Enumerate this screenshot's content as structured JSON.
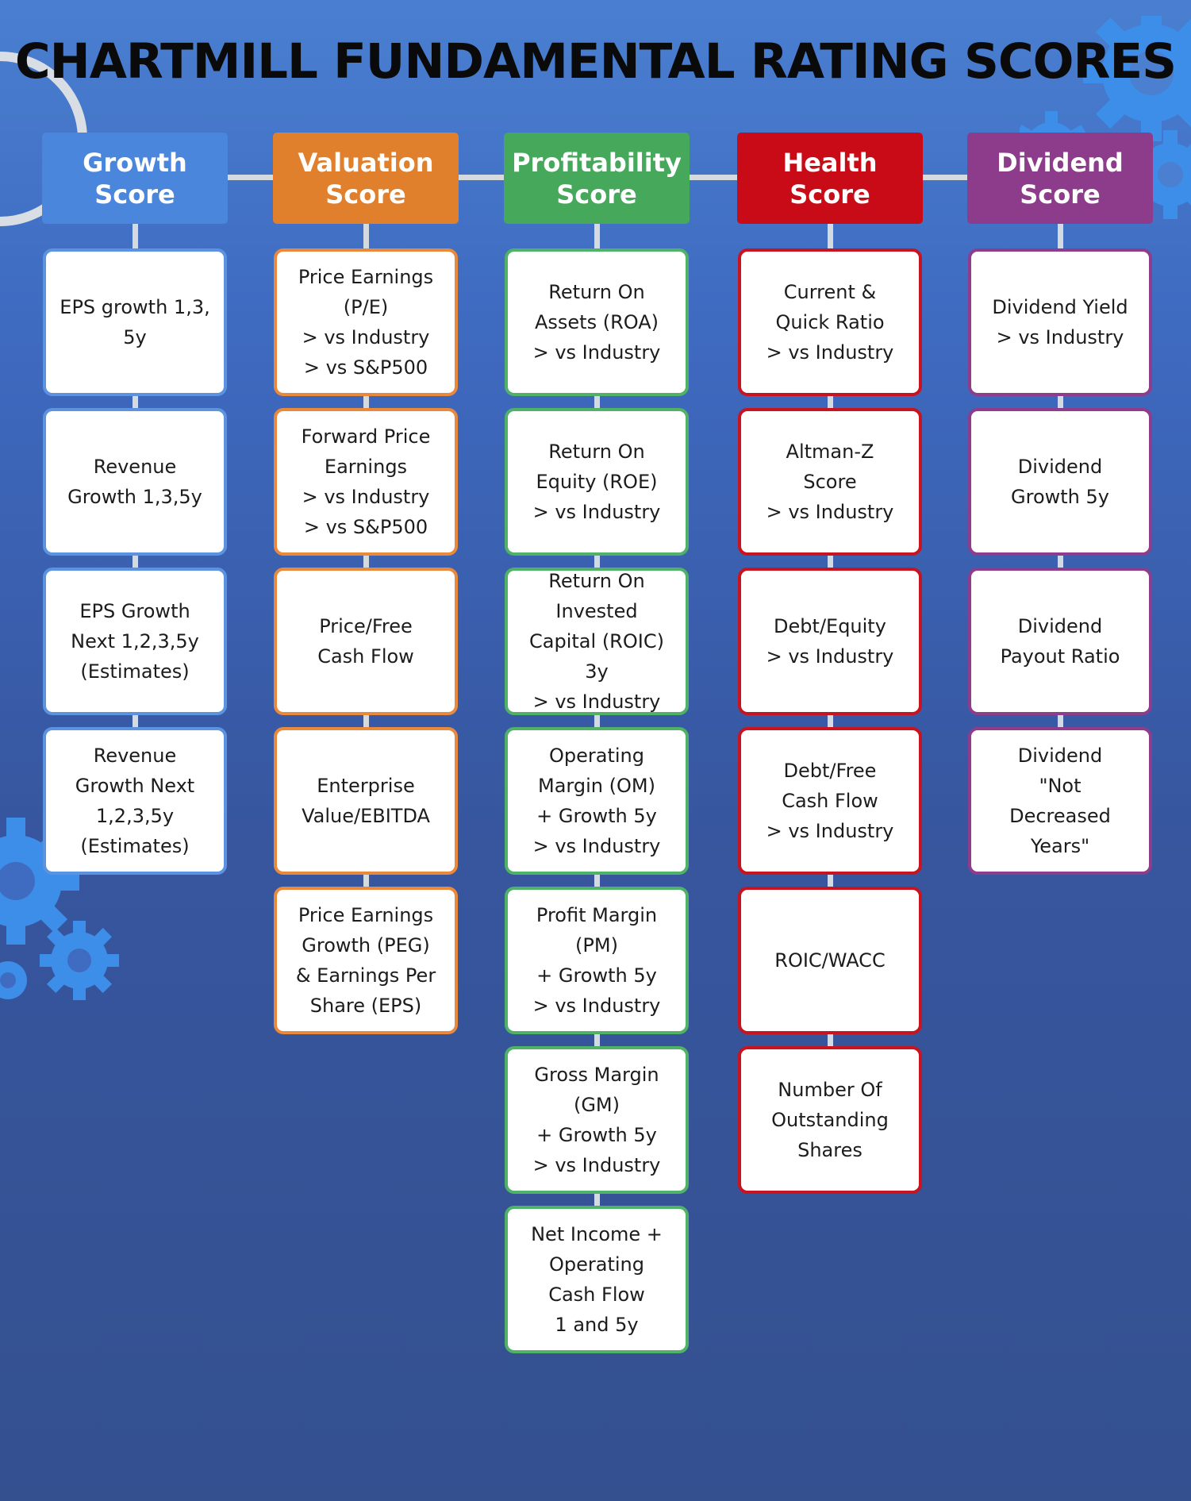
{
  "title": "CHARTMILL FUNDAMENTAL RATING SCORES",
  "colors": {
    "background_top": "#4a7fd0",
    "background_bottom": "#34508f",
    "connector": "#d5d9e0",
    "title": "#0a0a0a",
    "decor_gear": "#3d8ee8"
  },
  "columns": [
    {
      "id": "growth",
      "header": "Growth\nScore",
      "color": "#4a86dc",
      "border": "#5b93e0",
      "items": [
        "EPS growth 1,3,\n5y",
        "Revenue\nGrowth 1,3,5y",
        "EPS Growth\nNext 1,2,3,5y\n(Estimates)",
        "Revenue\nGrowth Next\n1,2,3,5y\n(Estimates)"
      ]
    },
    {
      "id": "valuation",
      "header": "Valuation\nScore",
      "color": "#e07f2c",
      "border": "#e9893c",
      "items": [
        "Price Earnings\n(P/E)\n> vs Industry\n> vs S&P500",
        "Forward Price\nEarnings\n> vs Industry\n> vs S&P500",
        "Price/Free\nCash Flow",
        "Enterprise\nValue/EBITDA",
        "Price Earnings\nGrowth (PEG)\n& Earnings Per\nShare (EPS)"
      ]
    },
    {
      "id": "profitability",
      "header": "Profitability\nScore",
      "color": "#45a85a",
      "border": "#4fb266",
      "items": [
        "Return On\nAssets (ROA)\n> vs Industry",
        "Return On\nEquity (ROE)\n> vs Industry",
        "Return On\nInvested\nCapital (ROIC)\n3y\n> vs Industry",
        "Operating\nMargin (OM)\n+ Growth 5y\n> vs Industry",
        "Profit Margin\n(PM)\n+ Growth 5y\n> vs Industry",
        "Gross Margin\n(GM)\n+ Growth 5y\n> vs Industry",
        "Net Income +\nOperating\nCash Flow\n1 and 5y"
      ]
    },
    {
      "id": "health",
      "header": "Health\nScore",
      "color": "#c80b16",
      "border": "#c81420",
      "items": [
        "Current &\nQuick Ratio\n> vs Industry",
        "Altman-Z\nScore\n> vs Industry",
        "Debt/Equity\n> vs Industry",
        "Debt/Free\nCash Flow\n> vs Industry",
        "ROIC/WACC",
        "Number Of\nOutstanding\nShares"
      ]
    },
    {
      "id": "dividend",
      "header": "Dividend\nScore",
      "color": "#8c3c8a",
      "border": "#8e3d8c",
      "items": [
        "Dividend Yield\n> vs Industry",
        "Dividend\nGrowth 5y",
        "Dividend\nPayout Ratio",
        "Dividend\n\"Not\nDecreased\nYears\""
      ]
    }
  ]
}
